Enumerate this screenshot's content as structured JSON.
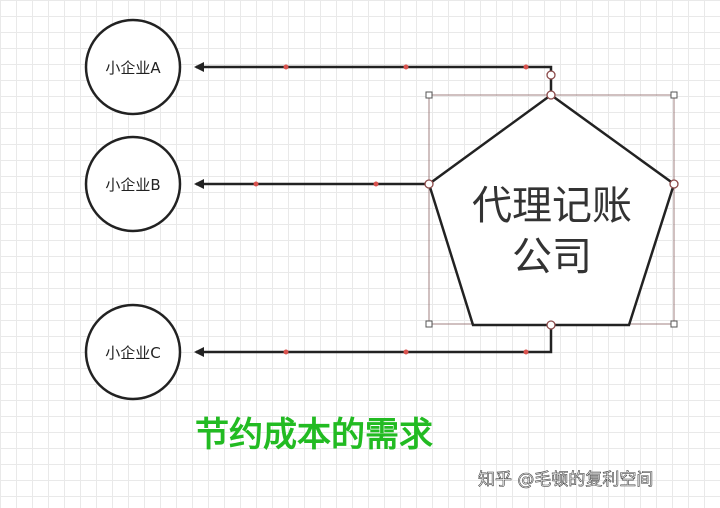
{
  "diagram": {
    "center": {
      "line1": "代理记账",
      "line2": "公司"
    },
    "nodes": [
      {
        "id": "a",
        "label": "小企业A"
      },
      {
        "id": "b",
        "label": "小企业B"
      },
      {
        "id": "c",
        "label": "小企业C"
      }
    ],
    "caption": "节约成本的需求",
    "watermark": "知乎 @毛顿的复利空间",
    "colors": {
      "stroke": "#222222",
      "caption": "#22bb22",
      "edge_marker": "#d9534f",
      "selection": "#999999"
    }
  }
}
